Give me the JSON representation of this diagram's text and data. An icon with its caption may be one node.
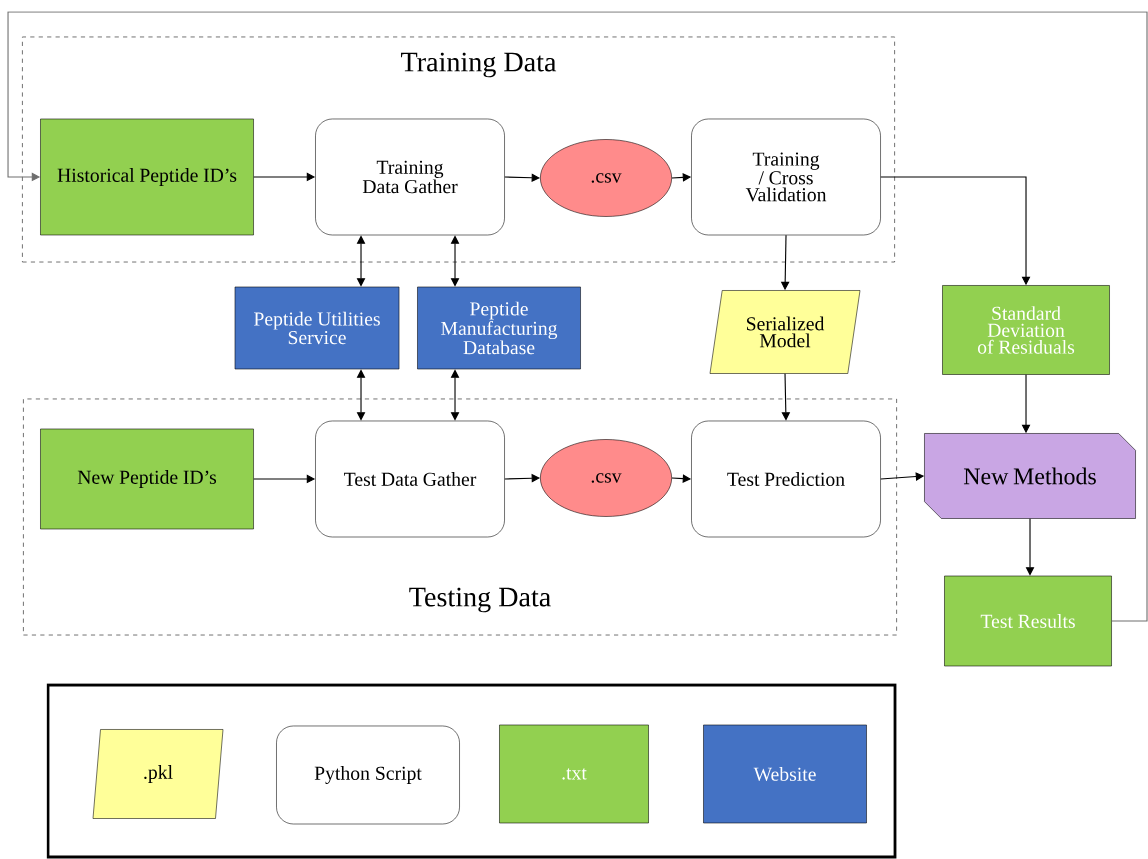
{
  "diagram": {
    "nodes": [
      {
        "text": [
          "Training Data"
        ]
      },
      {
        "text": [
          "Historical Peptide ID’s"
        ],
        "in": 0
      },
      {
        "text": [
          "Training Data Gather"
        ],
        "in": 0
      },
      {
        "text": [
          ".csv"
        ],
        "in": 0
      },
      {
        "text": [
          "Training / Cross Validation"
        ],
        "in": 0
      },
      {
        "text": [
          "Peptide Utilities Service"
        ]
      },
      {
        "text": [
          "Peptide Manufacturing Database"
        ]
      },
      {
        "text": [
          "Serialized Model"
        ]
      },
      {
        "text": [
          "Standard Deviation of Residuals"
        ]
      },
      {
        "text": [
          "Testing Data"
        ]
      },
      {
        "text": [
          "New Peptide ID’s"
        ],
        "in": 9
      },
      {
        "text": [
          "Test Data Gather"
        ],
        "in": 9
      },
      {
        "text": [
          ".csv"
        ],
        "in": 9
      },
      {
        "text": [
          "Test Prediction"
        ],
        "in": 9
      },
      {
        "text": [
          "New Methods"
        ]
      },
      {
        "text": [
          "Test Results"
        ]
      }
    ],
    "edges": [
      {
        "from": 1,
        "to": 2,
        "arrow": "to"
      },
      {
        "from": 2,
        "to": 3,
        "arrow": "to"
      },
      {
        "from": 3,
        "to": 4,
        "arrow": "to"
      },
      {
        "from": 4,
        "to": 8,
        "arrow": "to"
      },
      {
        "from": 4,
        "to": 7,
        "arrow": "to"
      },
      {
        "from": 2,
        "to": 5,
        "arrow": "both"
      },
      {
        "from": 2,
        "to": 6,
        "arrow": "both"
      },
      {
        "from": 5,
        "to": 11,
        "arrow": "both"
      },
      {
        "from": 6,
        "to": 11,
        "arrow": "both"
      },
      {
        "from": 10,
        "to": 11,
        "arrow": "to"
      },
      {
        "from": 11,
        "to": 12,
        "arrow": "to"
      },
      {
        "from": 12,
        "to": 13,
        "arrow": "to"
      },
      {
        "from": 7,
        "to": 13,
        "arrow": "to"
      },
      {
        "from": 13,
        "to": 14,
        "arrow": "to"
      },
      {
        "from": 8,
        "to": 14,
        "arrow": "to"
      },
      {
        "from": 14,
        "to": 15,
        "arrow": "to"
      },
      {
        "from": 15,
        "to": 1,
        "arrow": "to",
        "color": "#6e6e6e"
      }
    ],
    "legend": [
      {
        "text": ".pkl",
        "color": "#ffff99"
      },
      {
        "text": "Python Script"
      },
      {
        "text": ".txt",
        "color": "#92d050"
      },
      {
        "text": "Website",
        "color": "#4472c4"
      }
    ]
  }
}
